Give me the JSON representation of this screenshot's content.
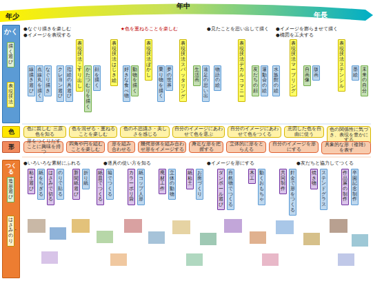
{
  "diagram": {
    "nodes": [
      {
        "text": [
          "かく"
        ]
      },
      {
        "text": [
          "描く遊び"
        ],
        "in": 0
      },
      {
        "text": [
          "表現技法"
        ],
        "in": 0
      },
      {
        "text": [
          "色"
        ]
      },
      {
        "text": [
          "形"
        ]
      },
      {
        "text": [
          "つくる"
        ]
      },
      {
        "text": [
          "造形遊び"
        ],
        "in": 5
      },
      {
        "text": [
          "はさみ・のり"
        ],
        "in": 5
      },
      {
        "text": [
          "線描き遊び"
        ]
      },
      {
        "text": [
          "点・線・丸を描く"
        ]
      },
      {
        "text": [
          "なぐり描き"
        ]
      },
      {
        "text": [
          "クレヨン遊び"
        ]
      },
      {
        "text": [
          "指絵の具遊び"
        ]
      },
      {
        "text": [
          "表現技法 こすり出し"
        ]
      },
      {
        "text": [
          "表現技法 はじき絵"
        ]
      },
      {
        "text": [
          "表現技法 ぼかし"
        ]
      },
      {
        "text": [
          "表現技法 スパッタリング"
        ]
      },
      {
        "text": [
          "表現技法 デカルコマニー"
        ]
      },
      {
        "text": [
          "表現技法 マーブリング"
        ]
      },
      {
        "text": [
          "表現技法 ステンシル"
        ]
      },
      {
        "text": [
          "かたつむりを描く"
        ]
      },
      {
        "text": [
          "顔を描く"
        ]
      },
      {
        "text": [
          "好きな食べ物"
        ]
      },
      {
        "text": [
          "動物を描く"
        ]
      },
      {
        "text": [
          "乗り物を描く"
        ]
      },
      {
        "text": [
          "夢の世界"
        ]
      },
      {
        "text": [
          "生活画"
        ]
      },
      {
        "text": [
          "遠足の思い出"
        ]
      },
      {
        "text": [
          "物語の絵"
        ]
      },
      {
        "text": [
          "友だちの顔"
        ]
      },
      {
        "text": [
          "運動会の絵"
        ]
      },
      {
        "text": [
          "水族館の絵"
        ]
      },
      {
        "text": [
          "自画像"
        ]
      },
      {
        "text": [
          "版画"
        ]
      },
      {
        "text": [
          "墨絵"
        ]
      },
      {
        "text": [
          "未来の自分"
        ]
      },
      {
        "text": [
          "色に親しむ 三原色を知る"
        ]
      },
      {
        "text": [
          "色を混ぜる・重ねることを楽しむ"
        ]
      },
      {
        "text": [
          "色の不思議さ・美しさを感じる"
        ]
      },
      {
        "text": [
          "自分のイメージにあわせて色を選ぶ"
        ]
      },
      {
        "text": [
          "自分のイメージにあわせて色をつくる"
        ]
      },
      {
        "text": [
          "意図した色を自由に使う"
        ]
      },
      {
        "text": [
          "色の関係性に気づき、表現を豊かにする"
        ]
      },
      {
        "text": [
          "形をつくりだすことに興味を持つ"
        ]
      },
      {
        "text": [
          "四角や円を組むことを楽しむ"
        ]
      },
      {
        "text": [
          "形を組み合わせる"
        ]
      },
      {
        "text": [
          "幾何形体を組み合わせ形をイメージする"
        ]
      },
      {
        "text": [
          "身近な形を把握する"
        ]
      },
      {
        "text": [
          "立体的に形をとらえる"
        ]
      },
      {
        "text": [
          "自分のイメージを形にする"
        ]
      },
      {
        "text": [
          "具象的な形（複雑）を表す"
        ]
      },
      {
        "text": [
          "粘土遊び"
        ]
      },
      {
        "text": [
          "紙をちぎる"
        ]
      },
      {
        "text": [
          "はさみで切る"
        ]
      },
      {
        "text": [
          "のりで貼る"
        ]
      },
      {
        "text": [
          "新聞紙遊び"
        ]
      },
      {
        "text": [
          "折り紙"
        ]
      },
      {
        "text": [
          "紙皿でつくる"
        ]
      },
      {
        "text": [
          "箱でつくる"
        ]
      },
      {
        "text": [
          "カラーポリ袋"
        ]
      },
      {
        "text": [
          "紙コップ人形"
        ]
      },
      {
        "text": [
          "廃材工作"
        ]
      },
      {
        "text": [
          "立体の動物"
        ]
      },
      {
        "text": [
          "紙粘土"
        ]
      },
      {
        "text": [
          "お面づくり"
        ]
      },
      {
        "text": [
          "ダンボール遊び"
        ]
      },
      {
        "text": [
          "自然物でつくる"
        ]
      },
      {
        "text": [
          "木工"
        ]
      },
      {
        "text": [
          "動くおもちゃ"
        ]
      },
      {
        "text": [
          "共同制作"
        ]
      },
      {
        "text": [
          "針金で形をつくる"
        ]
      },
      {
        "text": [
          "焼き物"
        ]
      },
      {
        "text": [
          "ステンドグラス"
        ]
      },
      {
        "text": [
          "作品展の制作"
        ]
      },
      {
        "text": [
          "卒園記念制作"
        ]
      }
    ],
    "labels": [
      "年少",
      "年中",
      "年長",
      "●なぐり描きを楽しむ",
      "●イメージを表現する",
      "★色を重ねることを楽しむ",
      "●見たことを思い出して描く",
      "●イメージを膨らませて描く",
      "●構図を工夫する",
      "●いろいろな素材にふれる",
      "●道具の使い方を知る",
      "●イメージを形にする",
      "●友だちと協力してつくる"
    ]
  }
}
